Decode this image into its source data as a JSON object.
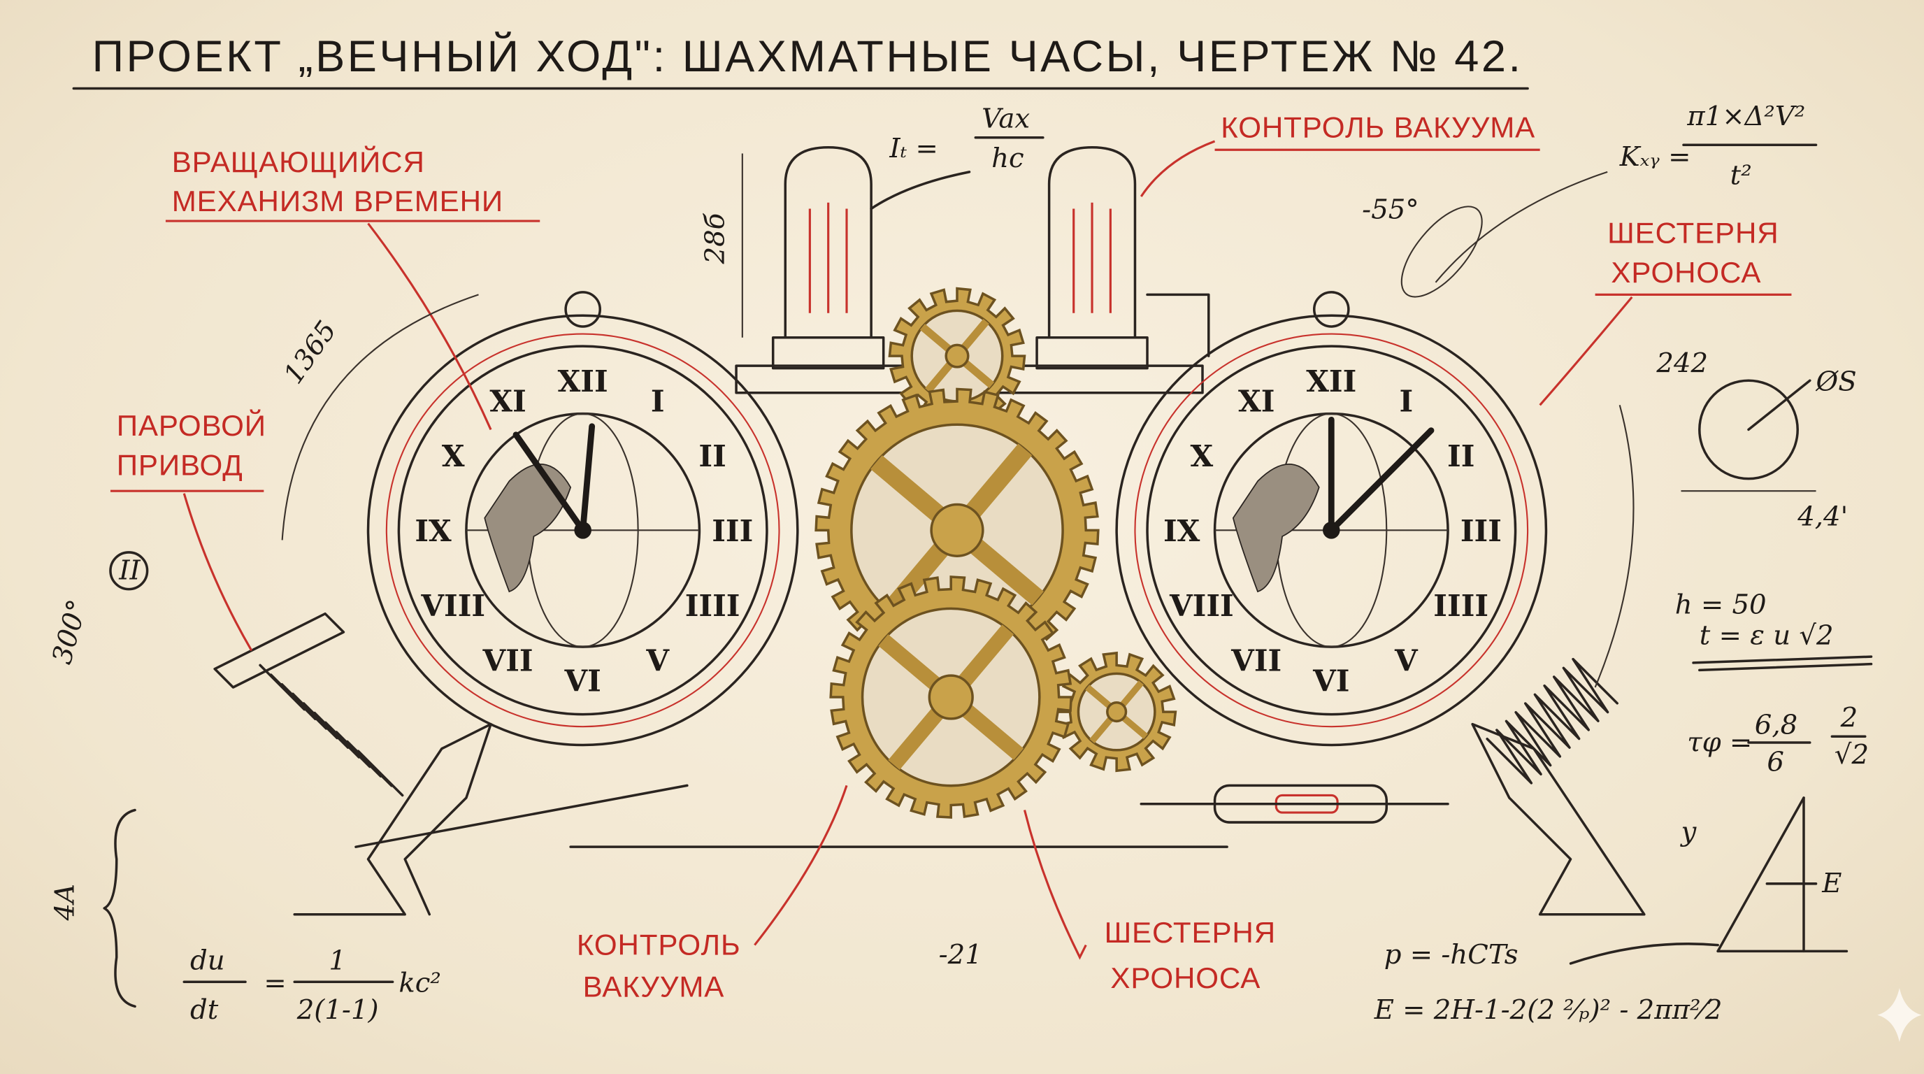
{
  "title": "ПРОЕКТ „ВЕЧНЫЙ ХОД\": ШАХМАТНЫЕ ЧАСЫ, ЧЕРТЕЖ № 42.",
  "labels": {
    "rotating_mechanism": [
      "ВРАЩАЮЩИЙСЯ",
      "МЕХАНИЗМ ВРЕМЕНИ"
    ],
    "steam_drive": [
      "ПАРОВОЙ",
      "ПРИВОД"
    ],
    "vacuum_control_top": "КОНТРОЛЬ ВАКУУМА",
    "chronos_gear_right": [
      "ШЕСТЕРНЯ",
      "ХРОНОСА"
    ],
    "vacuum_control_bottom": [
      "КОНТРОЛЬ",
      "ВАКУУМА"
    ],
    "chronos_gear_bottom": [
      "ШЕСТЕРНЯ",
      "ХРОНОСА"
    ]
  },
  "formulas": {
    "it": "I_t = Vax / hc",
    "it_lhs": "Iₜ =",
    "it_num": "Vax",
    "it_den": "hc",
    "kxy_lhs": "Kₓᵧ =",
    "kxy_num": "π1×Δ²V²",
    "kxy_den": "t²",
    "angle": "-55°",
    "dim_28": "28б",
    "dim_1365": "1365",
    "dim_242": "242",
    "dim_os": "ØS",
    "dim_44": "4,4'",
    "h50": "h = 50",
    "t_eq": "t = ε u √2",
    "tau_lhs": "τφ =",
    "tau_num1": "6,8",
    "tau_den1": "6",
    "tau_num2": "2",
    "tau_den2": "√2",
    "axis_y": "y",
    "axis_e": "E",
    "p_eq": "p = -hCTs",
    "e_eq": "E = 2H-1-2(2 ²⁄ₚ)² - 2ππ²⁄2",
    "du_num": "du",
    "du_den": "dt",
    "du_rhs_num": "1",
    "du_rhs_den": "2(1-1)",
    "du_tail": "kc²",
    "minus21": "-21",
    "deg300": "300°",
    "fourA": "4A",
    "roman_two": "II"
  },
  "clock_numerals": [
    "XII",
    "I",
    "II",
    "III",
    "IIII",
    "V",
    "VI",
    "VII",
    "VIII",
    "IX",
    "X",
    "XI"
  ],
  "colors": {
    "ink": "#2a2420",
    "red": "#c42a24",
    "brass": "#c9a24a",
    "paper": "#f3ead8"
  }
}
